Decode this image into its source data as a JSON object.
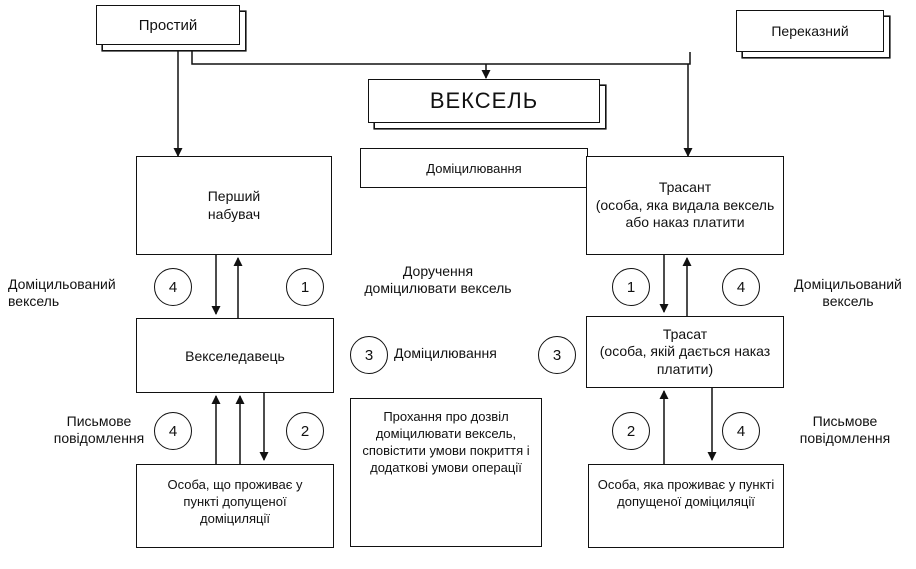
{
  "nodes": {
    "simple": "Простий",
    "transfer": "Переказний",
    "bill": "ВЕКСЕЛЬ",
    "domiciliation_box": "Доміцилювання",
    "first_acquirer": "Перший\nнабувач",
    "drawer": "Трасант\n(особа, яка видала вексель\nабо наказ платити",
    "maker": "Векселедавець",
    "drawee": "Трасат\n(особа, якій дається наказ\nплатити)",
    "resident_left": "Особа, що проживає у\nпункті допущеної\nдоміциляції",
    "request": "Прохання про дозвіл\nдоміцилювати вексель,\nсповістити умови покриття і\nдодаткові умови операції",
    "resident_right": "Особа, яка проживає у пункті\nдопущеної доміциляції"
  },
  "labels": {
    "domiciled_left": "Доміцильований\nвексель",
    "domiciled_right": "Доміцильований\nвексель",
    "instruction": "Доручення\nдоміцилювати вексель",
    "domiciliation_center": "Доміцилювання",
    "written_left": "Письмове\nповідомлення",
    "written_right": "Письмове\nповідомлення"
  },
  "steps": {
    "s1": "1",
    "s2": "2",
    "s3": "3",
    "s4": "4"
  },
  "colors": {
    "line": "#111111",
    "background": "#ffffff"
  }
}
